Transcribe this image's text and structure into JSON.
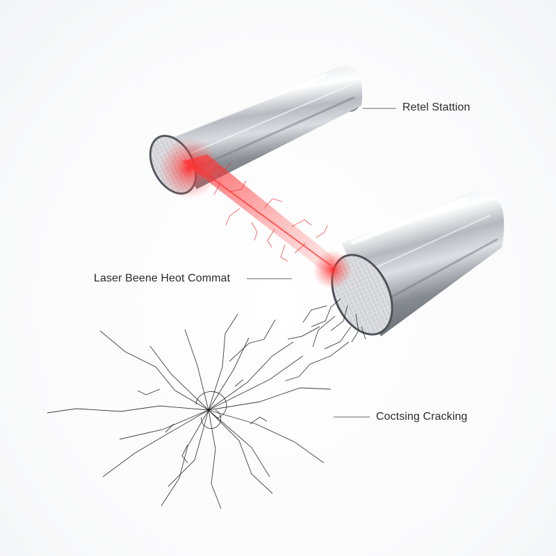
{
  "labels": {
    "top": "Retel Stattion",
    "middle": "Laser Beene Heot Commat",
    "bottom": "Coctsing Cracking"
  },
  "colors": {
    "laser": "#ff2a2a",
    "metal_light": "#f2f3f5",
    "metal_dark": "#8c9097",
    "crack_line": "#1a1a1a",
    "leader_line": "#666666"
  }
}
